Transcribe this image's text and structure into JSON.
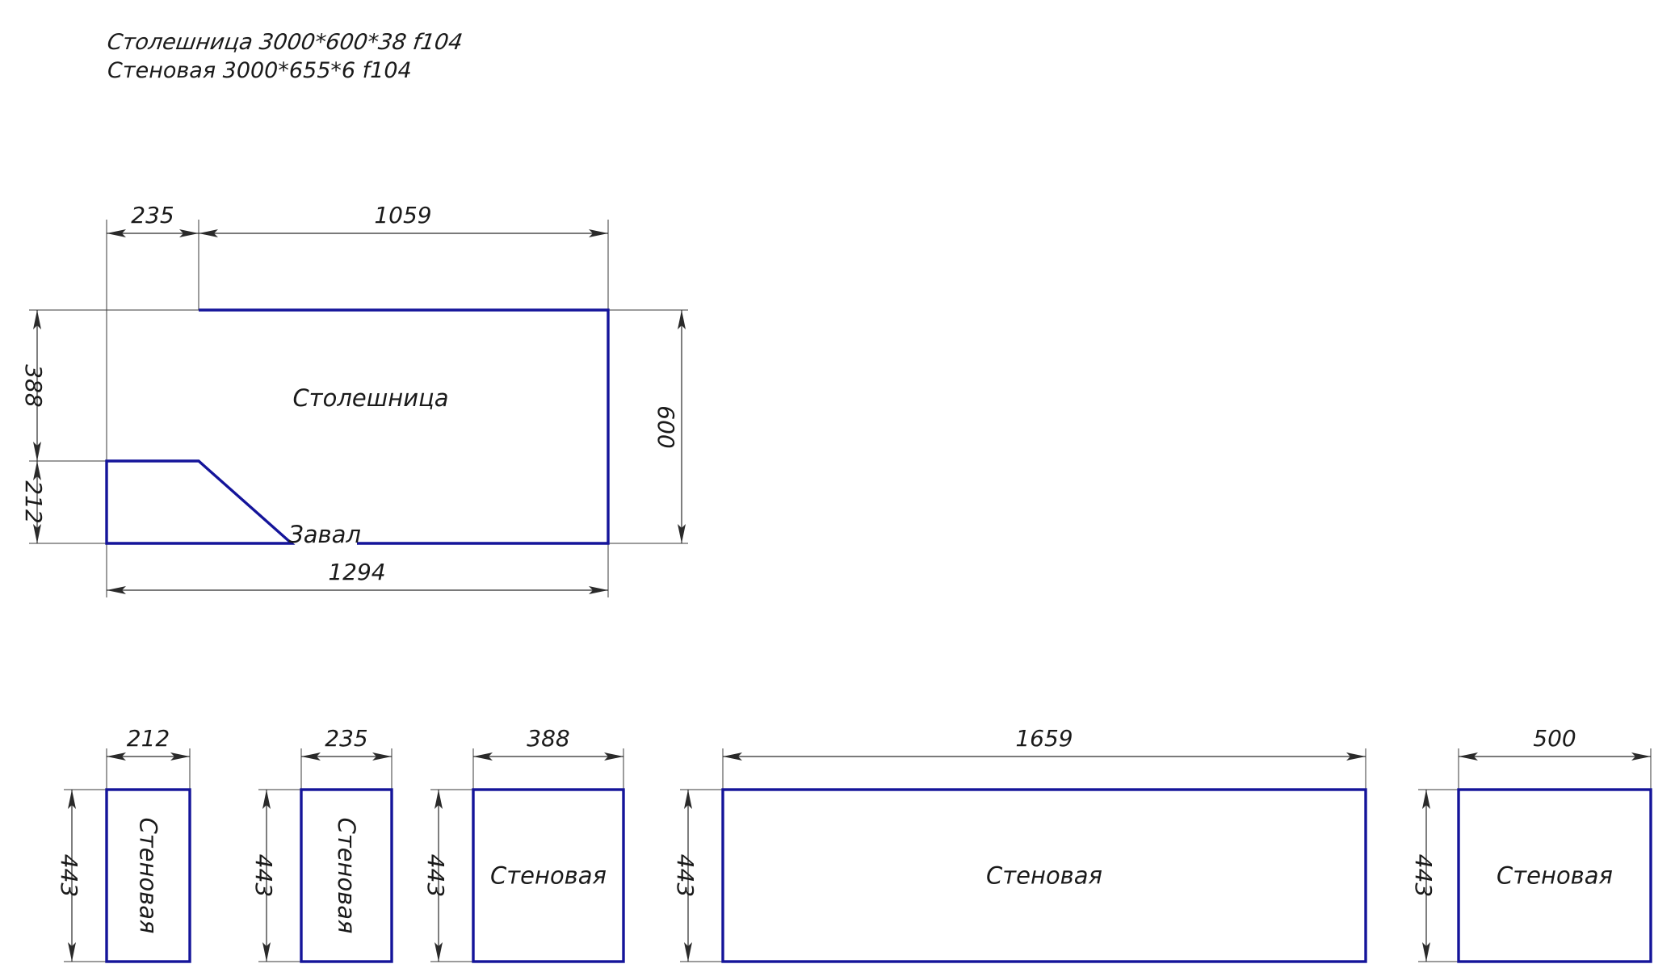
{
  "header": {
    "line1": "Столешница 3000*600*38 f104",
    "line2": "Стеновая 3000*655*6 f104"
  },
  "countertop": {
    "label": "Столешница",
    "edge_label": "Завал",
    "dims": {
      "left_width": "235",
      "right_width": "1059",
      "total_width": "1294",
      "upper_height": "388",
      "lower_height": "212",
      "total_height": "600"
    }
  },
  "panels": [
    {
      "label": "Стеновая",
      "width": "212",
      "height": "443",
      "label_orientation": "vertical"
    },
    {
      "label": "Стеновая",
      "width": "235",
      "height": "443",
      "label_orientation": "vertical"
    },
    {
      "label": "Стеновая",
      "width": "388",
      "height": "443",
      "label_orientation": "horizontal"
    },
    {
      "label": "Стеновая",
      "width": "1659",
      "height": "443",
      "label_orientation": "horizontal"
    },
    {
      "label": "Стеновая",
      "width": "500",
      "height": "443",
      "label_orientation": "horizontal"
    }
  ],
  "colors": {
    "outline": "#14149a",
    "dimension_lines": "#2a2a2a",
    "text": "#1a1a1a",
    "background": "#ffffff"
  }
}
